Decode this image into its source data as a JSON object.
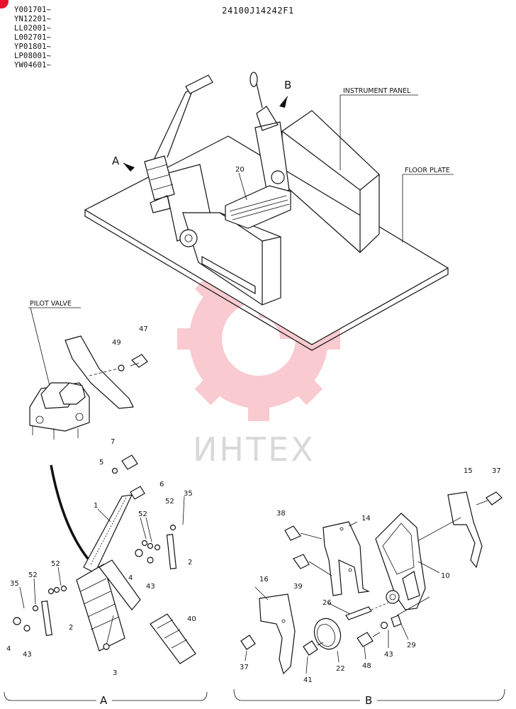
{
  "header": {
    "serials": [
      "Y001701~",
      "YN12201~",
      "LL02001~",
      "L002701~",
      "YP01801~",
      "LP08001~",
      "YW04601~"
    ],
    "doc_code": "24100J14242F1"
  },
  "overview": {
    "instrument_panel_label": "INSTRUMENT PANEL",
    "floor_plate_label": "FLOOR PLATE",
    "arrow_a_label": "A",
    "arrow_b_label": "B",
    "part_20": "20"
  },
  "pilot_valve": {
    "label": "PILOT VALVE",
    "part_49": "49",
    "part_47": "47"
  },
  "view_a": {
    "caption": "A",
    "parts": [
      "7",
      "5",
      "6",
      "1",
      "35",
      "52",
      "52",
      "4",
      "43",
      "2",
      "52",
      "35",
      "52",
      "4",
      "43",
      "2",
      "40",
      "3"
    ]
  },
  "view_b": {
    "caption": "B",
    "parts": [
      "15",
      "37",
      "38",
      "14",
      "39",
      "10",
      "16",
      "26",
      "43",
      "29",
      "48",
      "41",
      "22",
      "37"
    ]
  },
  "watermark": {
    "text": "ИНТЕХ",
    "color": "#e8112d"
  }
}
